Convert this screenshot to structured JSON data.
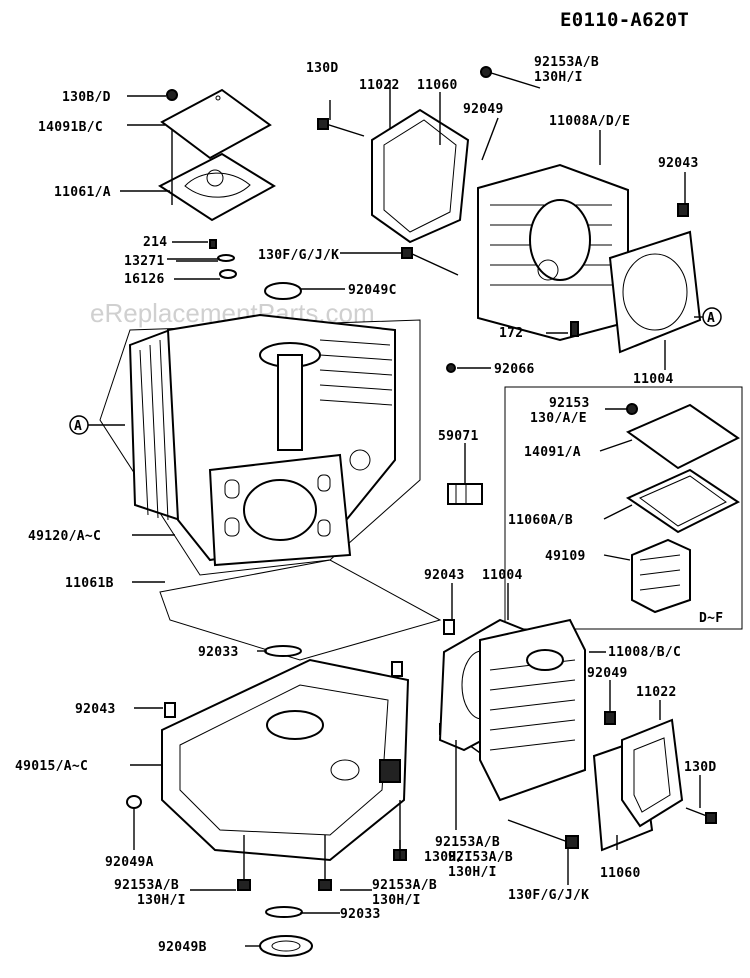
{
  "diagram_code": "E0110-A620T",
  "watermark": "eReplacementParts.com",
  "callouts": [
    "A",
    "A"
  ],
  "inset_note": "D~F",
  "labels": {
    "p130B": "130B/D",
    "p14091B": "14091B/C",
    "p11061A": "11061/A",
    "p214": "214",
    "p13271": "13271",
    "p16126": "16126",
    "p130D_top": "130D",
    "p11022_top": "11022",
    "p11060_top": "11060",
    "p92153_top": "92153A/B",
    "p130H_top": "130H/I",
    "p92049_top": "92049",
    "p11008A": "11008A/D/E",
    "p92043_top": "92043",
    "p130F_top": "130F/G/J/K",
    "p92049C": "92049C",
    "p172": "172",
    "p11004_top": "11004",
    "p92066": "92066",
    "p59071": "59071",
    "p92153_inset": "92153",
    "p130AE": "130/A/E",
    "p14091A": "14091/A",
    "p11060AB": "11060A/B",
    "p49109": "49109",
    "p49120": "49120/A~C",
    "p11061B": "11061B",
    "p92043_mid": "92043",
    "p11004_mid": "11004",
    "p11008B": "11008/B/C",
    "p92033_top": "92033",
    "p92049_mid": "92049",
    "p11022_bot": "11022",
    "p92043_left": "92043",
    "p49015": "49015/A~C",
    "p130D_bot": "130D",
    "p92049A": "92049A",
    "p92153_c1": "92153A/B",
    "p130H_c1": "130H/I",
    "p92153_c2": "92153A/B",
    "p130H_c2": "130H/I",
    "p11060_bot": "11060",
    "p92153_bl": "92153A/B",
    "p130H_bl": "130H/I",
    "p92153_bm": "92153A/B",
    "p130H_bm": "130H/I",
    "p130F_bot": "130F/G/J/K",
    "p92033_bot": "92033",
    "p92049B": "92049B"
  }
}
